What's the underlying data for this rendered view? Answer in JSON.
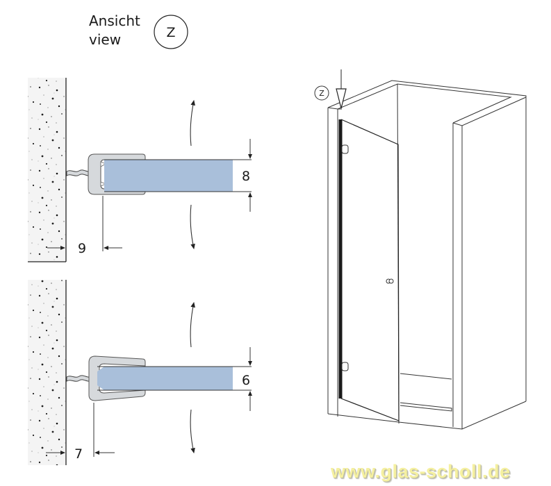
{
  "header": {
    "view_label_de": "Ansicht",
    "view_label_en": "view",
    "view_marker": "Z"
  },
  "profile_top": {
    "glass_thickness_label": "8",
    "offset_label": "9",
    "glass_color": "#a9bfda",
    "profile_color": "#d6d9dc"
  },
  "profile_bottom": {
    "glass_thickness_label": "6",
    "offset_label": "7",
    "glass_color": "#a9bfda",
    "profile_color": "#d6d9dc"
  },
  "shower_illustration": {
    "view_marker": "Z"
  },
  "watermark": {
    "text": "www.glas-scholl.de",
    "color": "#f5f0a0"
  }
}
